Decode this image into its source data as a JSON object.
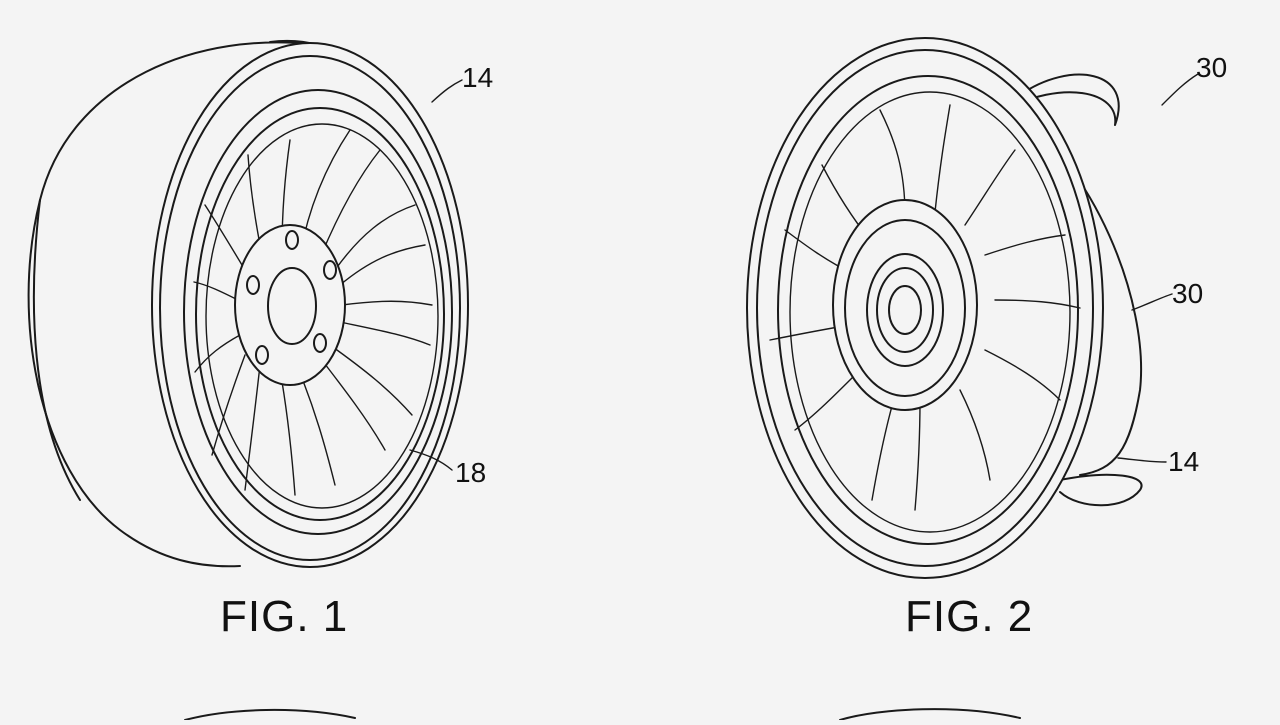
{
  "figures": [
    {
      "caption": "FIG. 1",
      "labels": {
        "tire": "14",
        "rim": "18"
      }
    },
    {
      "caption": "FIG. 2",
      "labels": {
        "view": "30",
        "cover": "30",
        "tire": "14"
      }
    }
  ]
}
